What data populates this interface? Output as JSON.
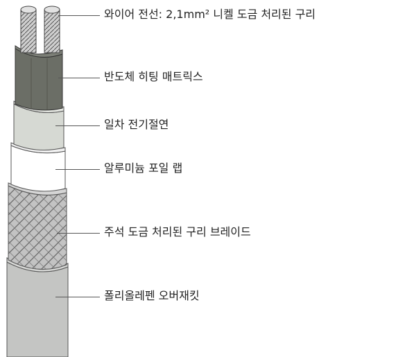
{
  "labels": {
    "wire": "와이어 전선: 2,1mm² 니켈 도금 처리된 구리",
    "semiconductor": "반도체 히팅 매트릭스",
    "primary_insulation": "일차 전기절연",
    "aluminum_foil": "알루미늄 포일 랩",
    "braid": "주석 도금 처리된 구리 브레이드",
    "overjacket": "폴리올레펜 오버재킷"
  },
  "colors": {
    "wire_metal": "#c9c9c9",
    "semiconductor": "#6b6e66",
    "insulation": "#d6d9d3",
    "foil": "#ffffff",
    "braid": "#c3c3c3",
    "jacket": "#c4c5c3",
    "outline": "#555555",
    "text": "#222222"
  }
}
